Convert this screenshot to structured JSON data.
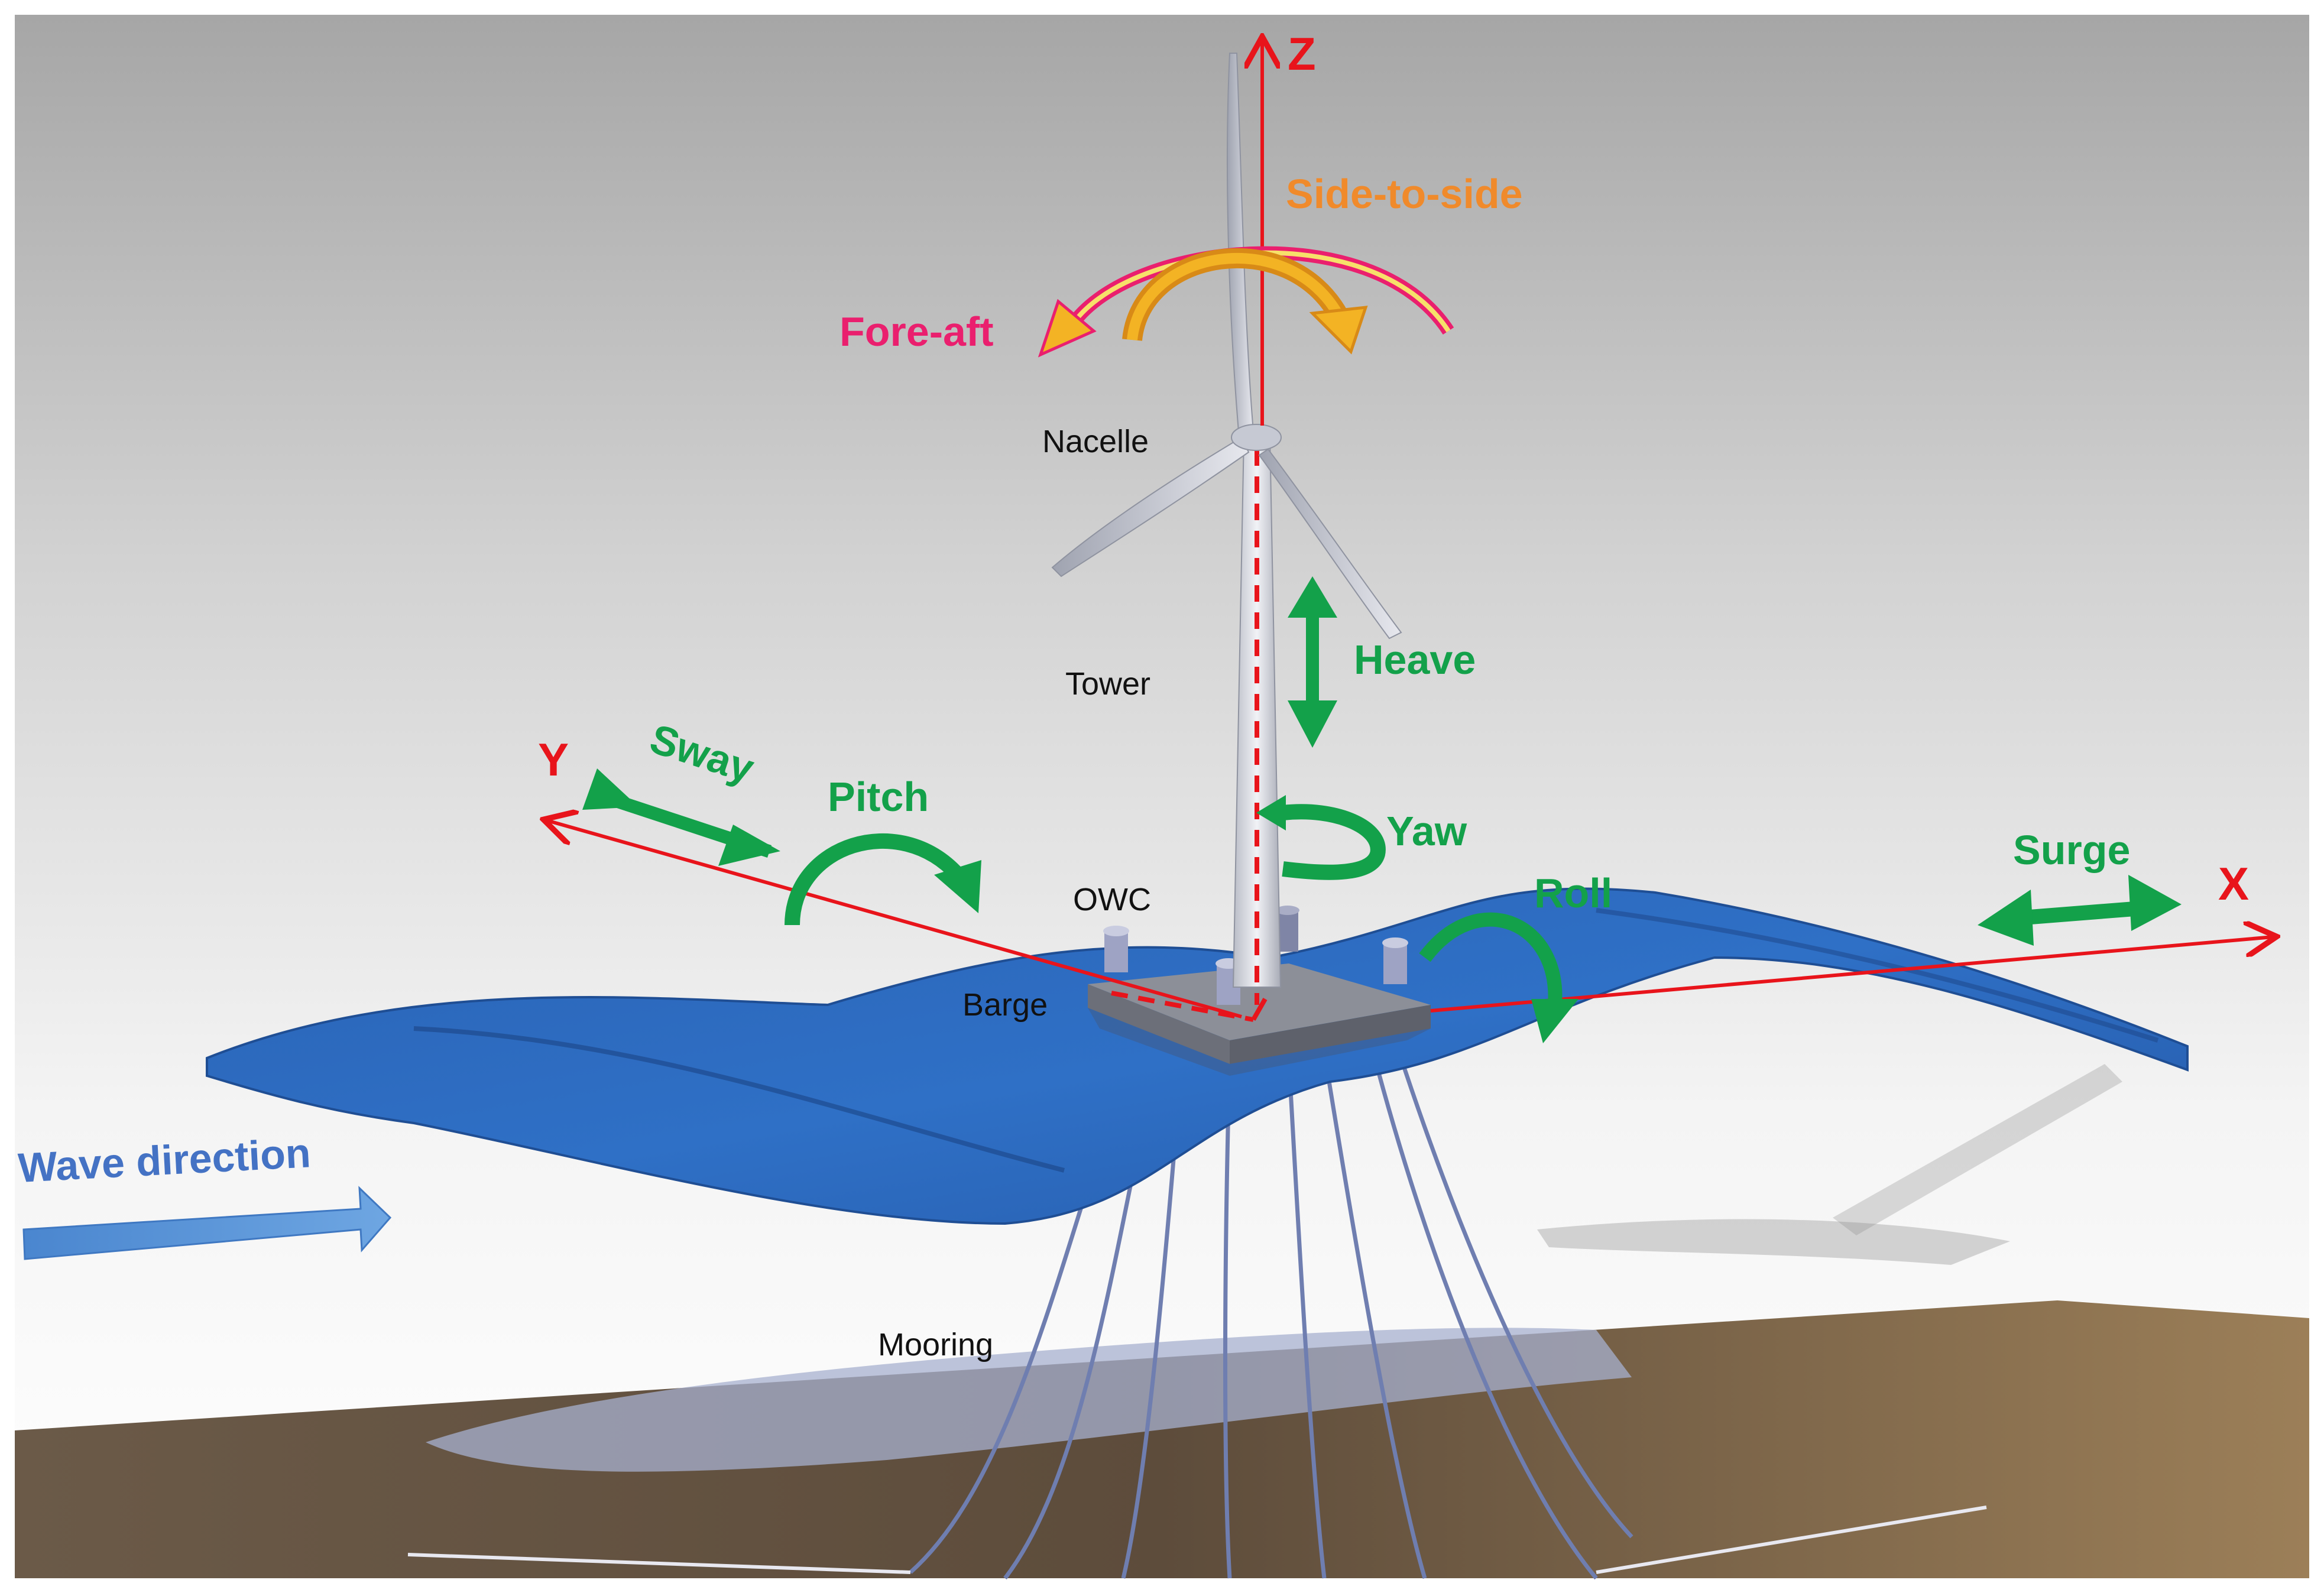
{
  "axes": {
    "z": "Z",
    "y": "Y",
    "x": "X"
  },
  "components": {
    "nacelle": "Nacelle",
    "tower": "Tower",
    "owc": "OWC",
    "barge": "Barge",
    "mooring": "Mooring"
  },
  "motions": {
    "side_to_side": "Side-to-side",
    "fore_aft": "Fore-aft",
    "heave": "Heave",
    "yaw": "Yaw",
    "sway": "Sway",
    "pitch": "Pitch",
    "surge": "Surge",
    "roll": "Roll"
  },
  "wave": {
    "label": "Wave direction"
  },
  "colors": {
    "axis": "#e8141b",
    "dof_green": "#13a14a",
    "side_to_side": "#f08a2b",
    "fore_aft": "#ea1f6e",
    "wave_label": "#4472c4",
    "sea": "#2f6fc2",
    "seabed": "#7a6245"
  }
}
